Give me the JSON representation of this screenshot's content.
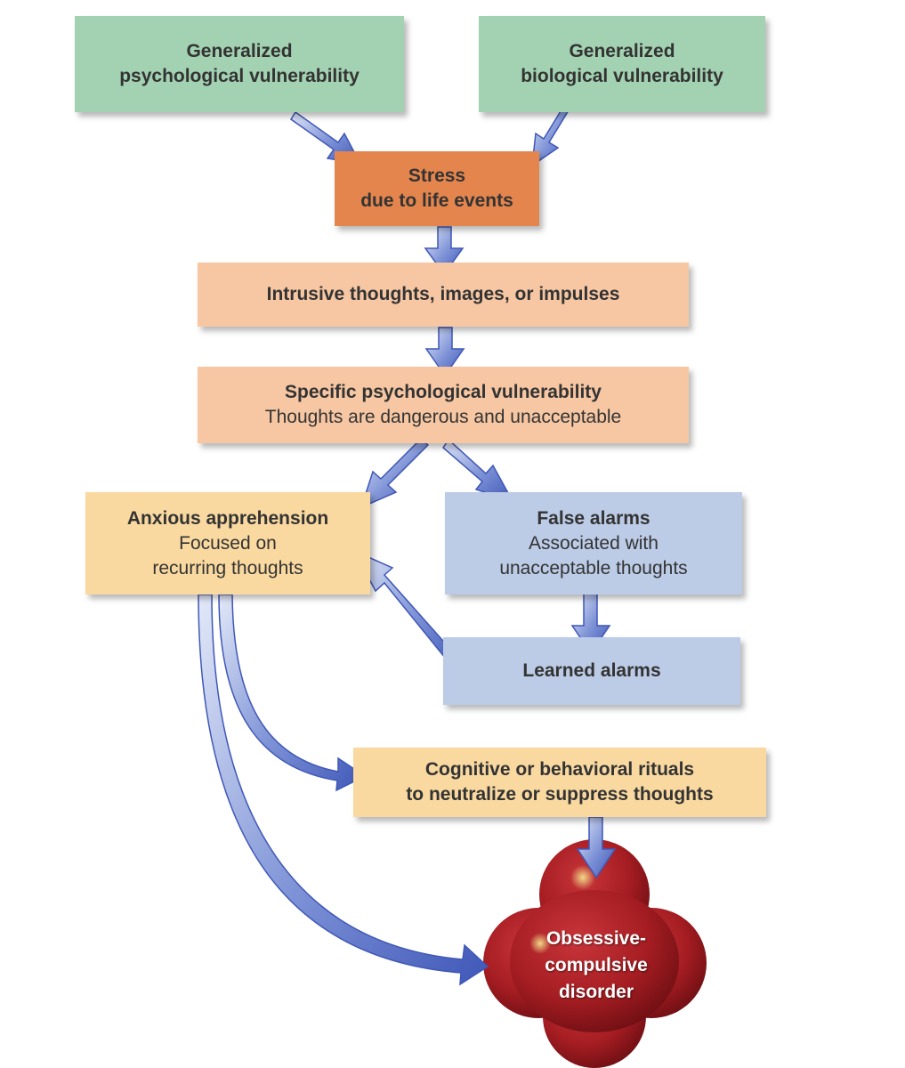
{
  "nodes": {
    "gen_psych": {
      "line1": "Generalized",
      "line2": "psychological vulnerability"
    },
    "gen_bio": {
      "line1": "Generalized",
      "line2": "biological vulnerability"
    },
    "stress": {
      "line1": "Stress",
      "line2": "due to life events"
    },
    "intrusive": {
      "line1": "Intrusive thoughts, images, or impulses"
    },
    "specific": {
      "line1": "Specific psychological vulnerability",
      "line2": "Thoughts are dangerous and unacceptable"
    },
    "anxious": {
      "line1": "Anxious apprehension",
      "line2": "Focused on",
      "line3": "recurring thoughts"
    },
    "false_alarms": {
      "line1": "False alarms",
      "line2": "Associated with",
      "line3": "unacceptable thoughts"
    },
    "learned": {
      "line1": "Learned alarms"
    },
    "rituals": {
      "line1": "Cognitive or behavioral rituals",
      "line2": "to neutralize or suppress thoughts"
    },
    "ocd": {
      "line1": "Obsessive-",
      "line2": "compulsive",
      "line3": "disorder"
    }
  },
  "colors": {
    "green": "#a3d2b2",
    "orange": "#e4854d",
    "peach": "#f7c7a3",
    "yellow": "#f9d9a0",
    "blue": "#bccbe6",
    "arrow": "#5a73c9",
    "ocd": "#a51d22"
  }
}
